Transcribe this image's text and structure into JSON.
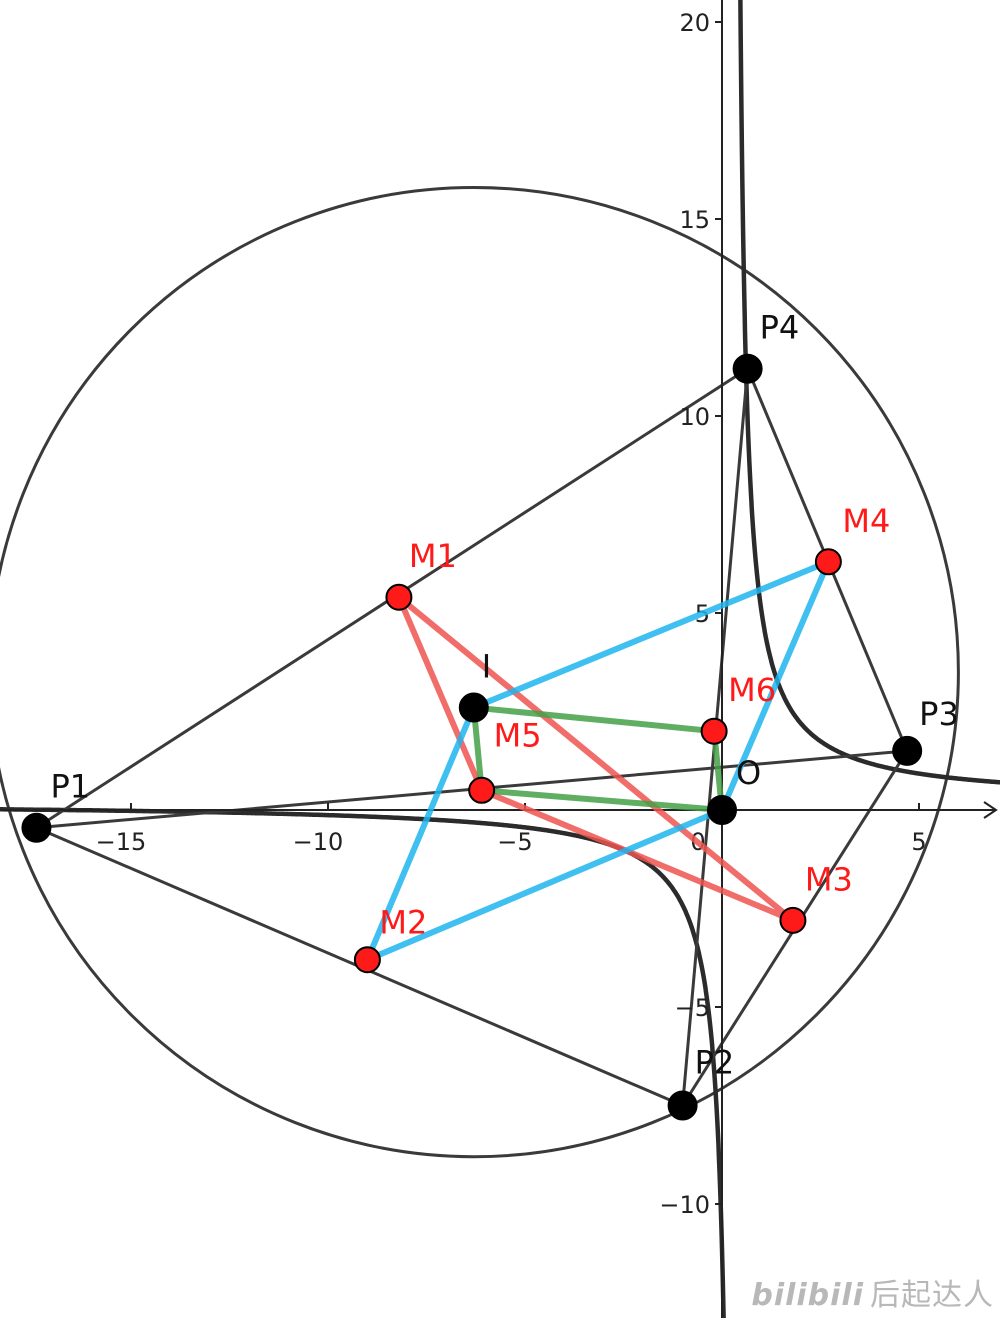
{
  "axes": {
    "x_ticks": [
      -15,
      -10,
      -5,
      0,
      5
    ],
    "y_ticks": [
      -10,
      -5,
      5,
      10,
      15,
      20
    ],
    "x_range": [
      -18.6,
      7.2
    ],
    "y_range": [
      -12.8,
      20.6
    ],
    "origin_label": "0"
  },
  "colors": {
    "dark": "#3a3a3a",
    "curve": "#2b2b2b",
    "red": "#ef5350",
    "blue": "#1eb4ef",
    "green": "#43a047",
    "black_point": "#000000",
    "red_point": "#ff1a1a"
  },
  "circle": {
    "center": [
      -6.3,
      3.5
    ],
    "radius": 12.3
  },
  "points": {
    "P1": {
      "label": "P1",
      "x": -17.4,
      "y": -0.45
    },
    "P2": {
      "label": "P2",
      "x": -1.0,
      "y": -7.5
    },
    "P3": {
      "label": "P3",
      "x": 4.7,
      "y": 1.5
    },
    "P4": {
      "label": "P4",
      "x": 0.65,
      "y": 11.2
    },
    "I": {
      "label": "I",
      "x": -6.3,
      "y": 2.6
    },
    "O": {
      "label": "O",
      "x": 0.0,
      "y": 0.0
    },
    "M1": {
      "label": "M1",
      "x": -8.2,
      "y": 5.4
    },
    "M2": {
      "label": "M2",
      "x": -9.0,
      "y": -3.8
    },
    "M3": {
      "label": "M3",
      "x": 1.8,
      "y": -2.8
    },
    "M4": {
      "label": "M4",
      "x": 2.7,
      "y": 6.3
    },
    "M5": {
      "label": "M5",
      "x": -6.1,
      "y": 0.5
    },
    "M6": {
      "label": "M6",
      "x": -0.2,
      "y": 2.0
    }
  },
  "dark_segments": [
    [
      "P1",
      "P4"
    ],
    [
      "P1",
      "P2"
    ],
    [
      "P1",
      "P3"
    ],
    [
      "P2",
      "P4"
    ],
    [
      "P2",
      "P3"
    ],
    [
      "P3",
      "P4"
    ]
  ],
  "red_polygon": [
    "M1",
    "M3",
    "M5"
  ],
  "blue_polygon": [
    "I",
    "M2",
    "O",
    "M4"
  ],
  "green_polygon": [
    "I",
    "M5",
    "O",
    "M6"
  ],
  "watermark": {
    "logo": "bilibili",
    "text": "后起达人"
  }
}
